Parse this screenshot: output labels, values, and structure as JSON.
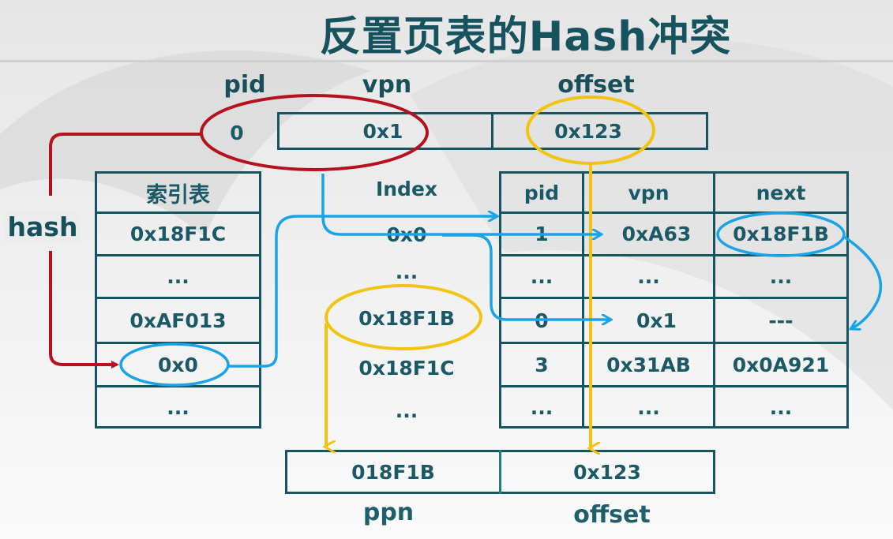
{
  "title": "反置页表的Hash冲突",
  "address": {
    "headers": {
      "pid": "pid",
      "vpn": "vpn",
      "offset": "offset"
    },
    "pid": "0",
    "vpn": "0x1",
    "offset": "0x123"
  },
  "hash_label": "hash",
  "index_table": {
    "header": "索引表",
    "rows": [
      "0x18F1C",
      "...",
      "0xAF013",
      "0x0",
      "..."
    ]
  },
  "index_column": {
    "header": "Index",
    "rows": [
      "0x0",
      "...",
      "0x18F1B",
      "0x18F1C",
      "..."
    ]
  },
  "page_table": {
    "headers": [
      "pid",
      "vpn",
      "next"
    ],
    "rows": [
      [
        "1",
        "0xA63",
        "0x18F1B"
      ],
      [
        "...",
        "...",
        "..."
      ],
      [
        "0",
        "0x1",
        "---"
      ],
      [
        "3",
        "0x31AB",
        "0x0A921"
      ],
      [
        "...",
        "...",
        "..."
      ]
    ]
  },
  "physical": {
    "ppn": "018F1B",
    "offset": "0x123",
    "ppn_label": "ppn",
    "offset_label": "offset"
  },
  "colors": {
    "red": "#b3121e",
    "blue": "#1aa3e6",
    "yellow": "#f2c40f",
    "border": "#15555f",
    "text": "#1b5966"
  }
}
